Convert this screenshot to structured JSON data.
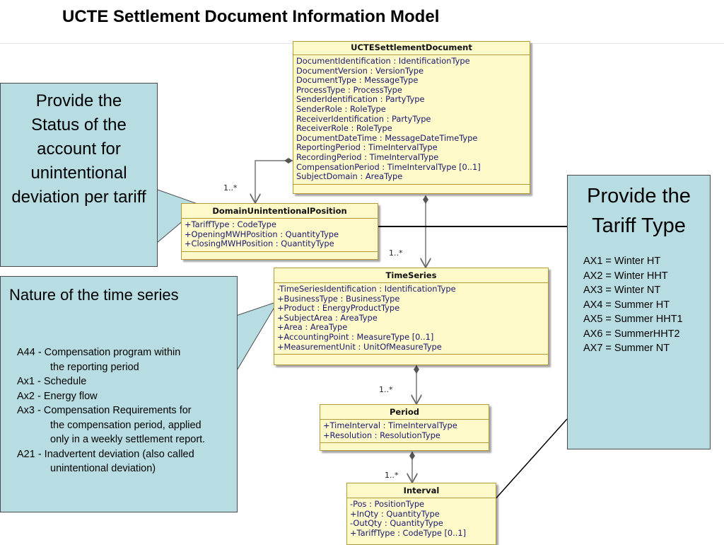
{
  "title": "UCTE Settlement Document Information Model",
  "classes": {
    "settlement": {
      "name": "UCTESettlementDocument",
      "attributes": [
        "DocumentIdentification : IdentificationType",
        "DocumentVersion : VersionType",
        "DocumentType : MessageType",
        "ProcessType : ProcessType",
        "SenderIdentification : PartyType",
        "SenderRole : RoleType",
        "ReceiverIdentification : PartyType",
        "ReceiverRole : RoleType",
        "DocumentDateTime : MessageDateTimeType",
        "ReportingPeriod : TimeIntervalType",
        "RecordingPeriod : TimeIntervalType",
        "CompensationPeriod : TimeIntervalType [0..1]",
        "SubjectDomain : AreaType"
      ]
    },
    "domain": {
      "name": "DomainUnintentionalPosition",
      "attributes": [
        "+TariffType : CodeType",
        "+OpeningMWHPosition : QuantityType",
        "+ClosingMWHPosition : QuantityType"
      ]
    },
    "timeseries": {
      "name": "TimeSeries",
      "attributes": [
        "-TimeSeriesIdentification : IdentificationType",
        "+BusinessType : BusinessType",
        "+Product : EnergyProductType",
        "+SubjectArea : AreaType",
        "+Area : AreaType",
        "+AccountingPoint : MeasureType [0..1]",
        "+MeasurementUnit : UnitOfMeasureType"
      ]
    },
    "period": {
      "name": "Period",
      "attributes": [
        "+TimeInterval : TimeIntervalType",
        "+Resolution : ResolutionType"
      ]
    },
    "interval": {
      "name": "Interval",
      "attributes": [
        "-Pos : PositionType",
        "+InQty : QuantityType",
        "-OutQty : QuantityType",
        "+TariffType : CodeType [0..1]"
      ]
    }
  },
  "multiplicities": {
    "domain": "1..*",
    "timeseries": "1..*",
    "period": "1..*",
    "interval": "1..*"
  },
  "notes": {
    "status": "Provide the Status of the account for unintentional deviation per tariff",
    "nature": {
      "title": "Nature of the time series",
      "items": [
        {
          "code": "A44 - Compensation program within",
          "cont": "the reporting period"
        },
        {
          "code": "Ax1 - Schedule",
          "cont": ""
        },
        {
          "code": "Ax2 - Energy flow",
          "cont": ""
        },
        {
          "code": "Ax3 - Compensation Requirements for",
          "cont": "the compensation period, applied"
        },
        {
          "code": "",
          "cont": "only in a weekly settlement report."
        },
        {
          "code": "A21 - Inadvertent deviation (also called",
          "cont": "unintentional deviation)"
        }
      ]
    },
    "tariff": {
      "title": "Provide the Tariff Type",
      "items": [
        "AX1 = Winter HT",
        "AX2 = Winter HHT",
        "AX3 = Winter NT",
        "AX4 = Summer HT",
        "AX5 = Summer HHT1",
        "AX6 = SummerHHT2",
        "AX7 = Summer NT"
      ]
    }
  },
  "colors": {
    "class_fill": "#fdf9c9",
    "class_border": "#b59a3a",
    "note_fill": "#b7dde3",
    "attr_text": "#1a1a6e"
  }
}
